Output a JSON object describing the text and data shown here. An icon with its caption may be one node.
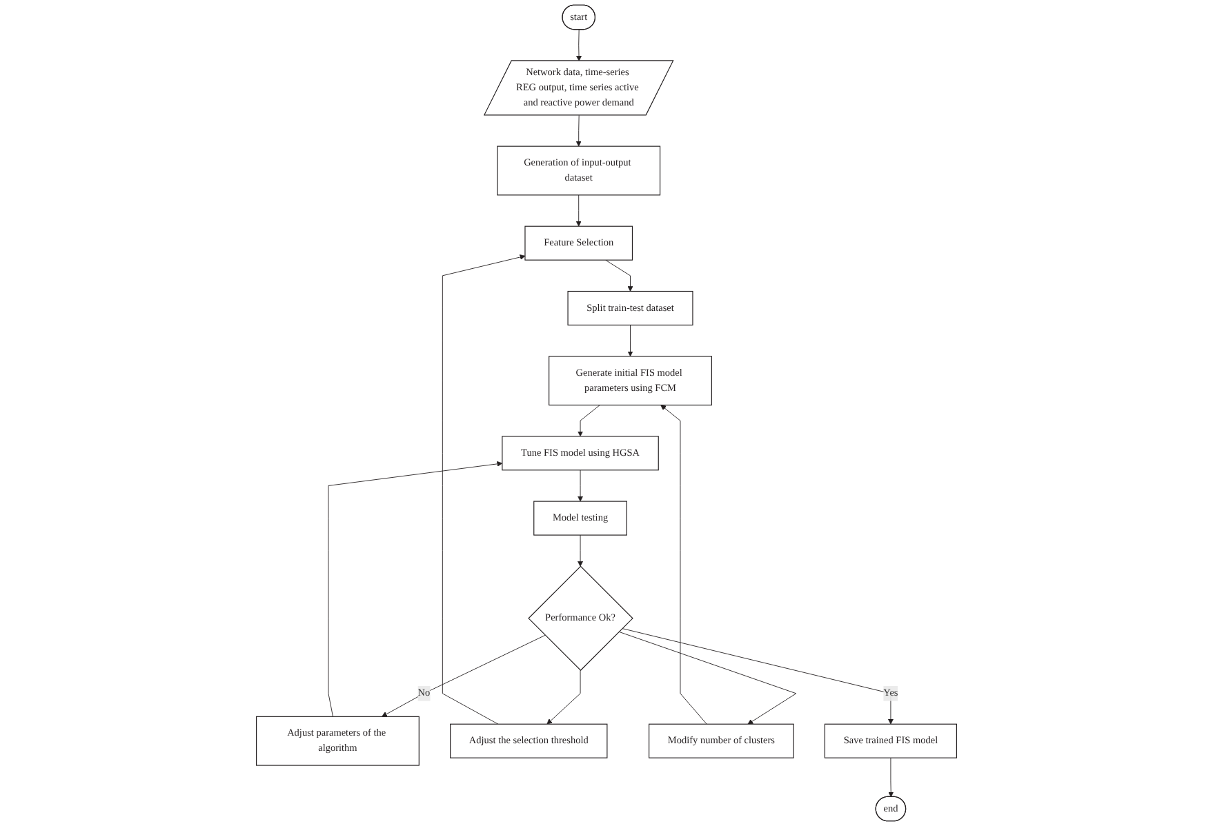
{
  "diagram": {
    "nodes": [
      {
        "text": [
          "start"
        ]
      },
      {
        "text": [
          "Network data, time-series REG output, time series active and reactive power demand"
        ]
      },
      {
        "text": [
          "Adjust parameters of the algorithm"
        ]
      },
      {
        "text": [
          "Tune FIS model using HGSA"
        ]
      },
      {
        "text": [
          "Generation of input-output dataset"
        ]
      },
      {
        "text": [
          "Model testing"
        ]
      },
      {
        "text": [
          "Performance Ok?"
        ]
      },
      {
        "text": [
          "Feature Selection"
        ]
      },
      {
        "text": [
          "Adjust the selection threshold"
        ]
      },
      {
        "text": [
          "Split train-test dataset"
        ]
      },
      {
        "text": [
          "Modify number of clusters"
        ]
      },
      {
        "text": [
          "Save trained FIS model"
        ]
      },
      {
        "text": [
          "Generate initial FIS model parameters using FCM"
        ]
      },
      {
        "text": [
          "end"
        ]
      }
    ],
    "edges": [
      {
        "from": 0,
        "to": 1,
        "arrow": "to"
      },
      {
        "from": 1,
        "to": 4,
        "arrow": "to"
      },
      {
        "from": 4,
        "to": 7,
        "arrow": "to"
      },
      {
        "from": 7,
        "to": 9,
        "arrow": "to"
      },
      {
        "from": 9,
        "to": 12,
        "arrow": "to"
      },
      {
        "from": 12,
        "to": 3,
        "arrow": "to"
      },
      {
        "from": 2,
        "to": 3,
        "arrow": "to"
      },
      {
        "from": 3,
        "to": 5,
        "arrow": "to"
      },
      {
        "from": 5,
        "to": 6,
        "arrow": "to"
      },
      {
        "from": 6,
        "to": 2,
        "arrow": "to",
        "label": "No"
      },
      {
        "from": 6,
        "to": 8,
        "arrow": "to"
      },
      {
        "from": 6,
        "to": 10,
        "arrow": "to"
      },
      {
        "from": 8,
        "to": 7,
        "arrow": "to"
      },
      {
        "from": 10,
        "to": 12,
        "arrow": "to"
      },
      {
        "from": 6,
        "to": 11,
        "arrow": "to",
        "label": "Yes"
      },
      {
        "from": 11,
        "to": 13,
        "arrow": "to"
      }
    ]
  }
}
